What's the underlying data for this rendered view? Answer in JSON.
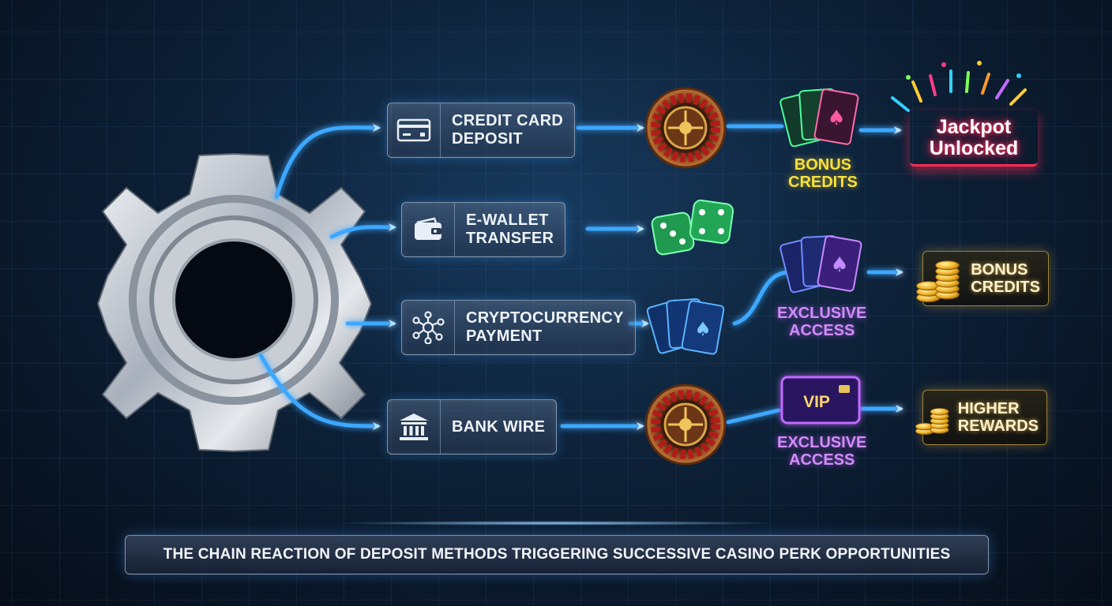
{
  "methods": [
    {
      "label_line1": "Credit Card",
      "label_line2": "Deposit",
      "icon": "credit-card-icon"
    },
    {
      "label_line1": "E-Wallet",
      "label_line2": "Transfer",
      "icon": "wallet-icon"
    },
    {
      "label_line1": "Cryptocurrency",
      "label_line2": "Payment",
      "icon": "crypto-network-icon"
    },
    {
      "label_line1": "Bank Wire",
      "label_line2": "",
      "icon": "bank-icon"
    }
  ],
  "perks": {
    "bonus_credits_1": {
      "line1": "Bonus",
      "line2": "Credits"
    },
    "exclusive_access_1": {
      "line1": "Exclusive",
      "line2": "Access"
    },
    "exclusive_access_2": {
      "line1": "Exclusive",
      "line2": "Access"
    },
    "vip_label": "VIP"
  },
  "rewards": {
    "jackpot": {
      "line1": "Jackpot",
      "line2": "Unlocked"
    },
    "bonus_credits_2": {
      "line1": "Bonus",
      "line2": "Credits"
    },
    "higher_rewards": {
      "line1": "Higher",
      "line2": "Rewards"
    }
  },
  "caption": "The chain reaction of deposit methods triggering successive casino perk opportunities",
  "colors": {
    "flow": "#3ea8ff",
    "jackpot": "#ff2d55",
    "bonus_yellow": "#f7e13a",
    "exclusive_violet": "#d28cff",
    "gold": "#f2b52a"
  }
}
